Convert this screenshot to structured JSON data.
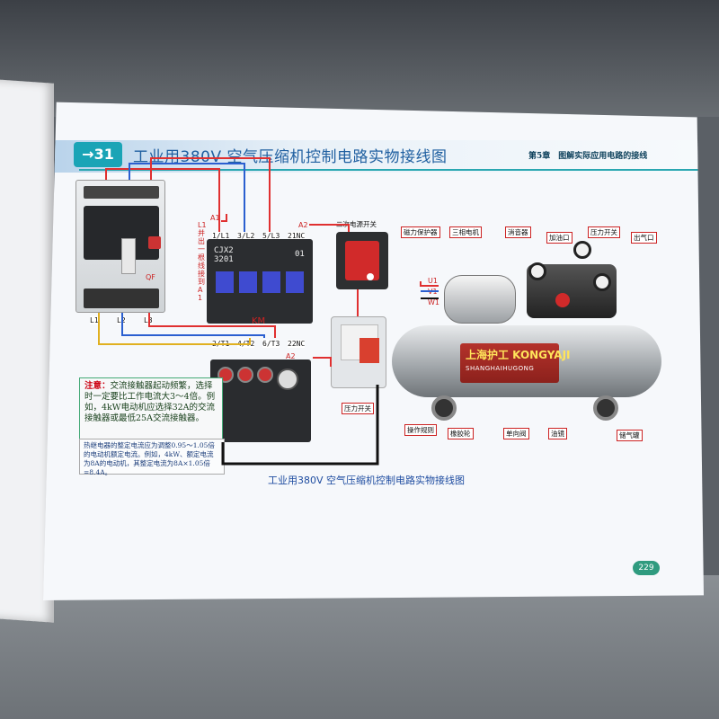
{
  "header": {
    "section_number": "→31",
    "title": "工业用380V 空气压缩机控制电路实物接线图",
    "chapter": "第5章　图解实际应用电路的接线"
  },
  "breaker": {
    "tag": "QF",
    "outputs": [
      "L1",
      "L2",
      "L3"
    ]
  },
  "contactor": {
    "model": "CJX2\n3201",
    "contact_no": "01",
    "tag": "KM",
    "top_terminals": [
      "1/L1",
      "3/L2",
      "5/L3",
      "21NC"
    ],
    "bottom_terminals": [
      "2/T1",
      "4/T2",
      "6/T3",
      "22NC"
    ],
    "a1": "A1",
    "a2_top": "A2",
    "a2_bottom": "A2",
    "vertical_note": "L1并出一根线接到A1"
  },
  "labels": {
    "secondary_switch": "二次电源开关",
    "pressure_switch": "压力开关",
    "magnetic_protector": "磁力保护器",
    "three_phase_motor": "三相电机",
    "silencer": "消音器",
    "oil_filler": "加油口",
    "pressure_switch2": "压力开关",
    "air_outlet": "出气口",
    "operating_rules": "操作规则",
    "rubber_wheel": "橡胶轮",
    "check_valve": "单向阀",
    "oil_mirror": "油镜",
    "tank": "储气罐",
    "u1": "U1",
    "v1": "V1",
    "w1": "W1"
  },
  "brand": {
    "name": "上海护工 KONGYAJI",
    "sub": "SHANGHAIHUGONG"
  },
  "notes": {
    "note1_prefix": "注意：",
    "note1": "交流接触器起动频繁，选择时一定要比工作电流大3～4倍。例如，4kW电动机应选择32A的交流接触器或最低25A交流接触器。",
    "note2": "热继电器的整定电流应为调整0.95～1.05倍的电动机额定电流。例如，4kW、额定电流为8A的电动机，其整定电流为8A×1.05倍=8.4A。"
  },
  "caption": "工业用380V 空气压缩机控制电路实物接线图",
  "page_number": "229",
  "colors": {
    "teal": "#1aa4b6",
    "red": "#d12a2a",
    "blue": "#1f5fa0"
  }
}
